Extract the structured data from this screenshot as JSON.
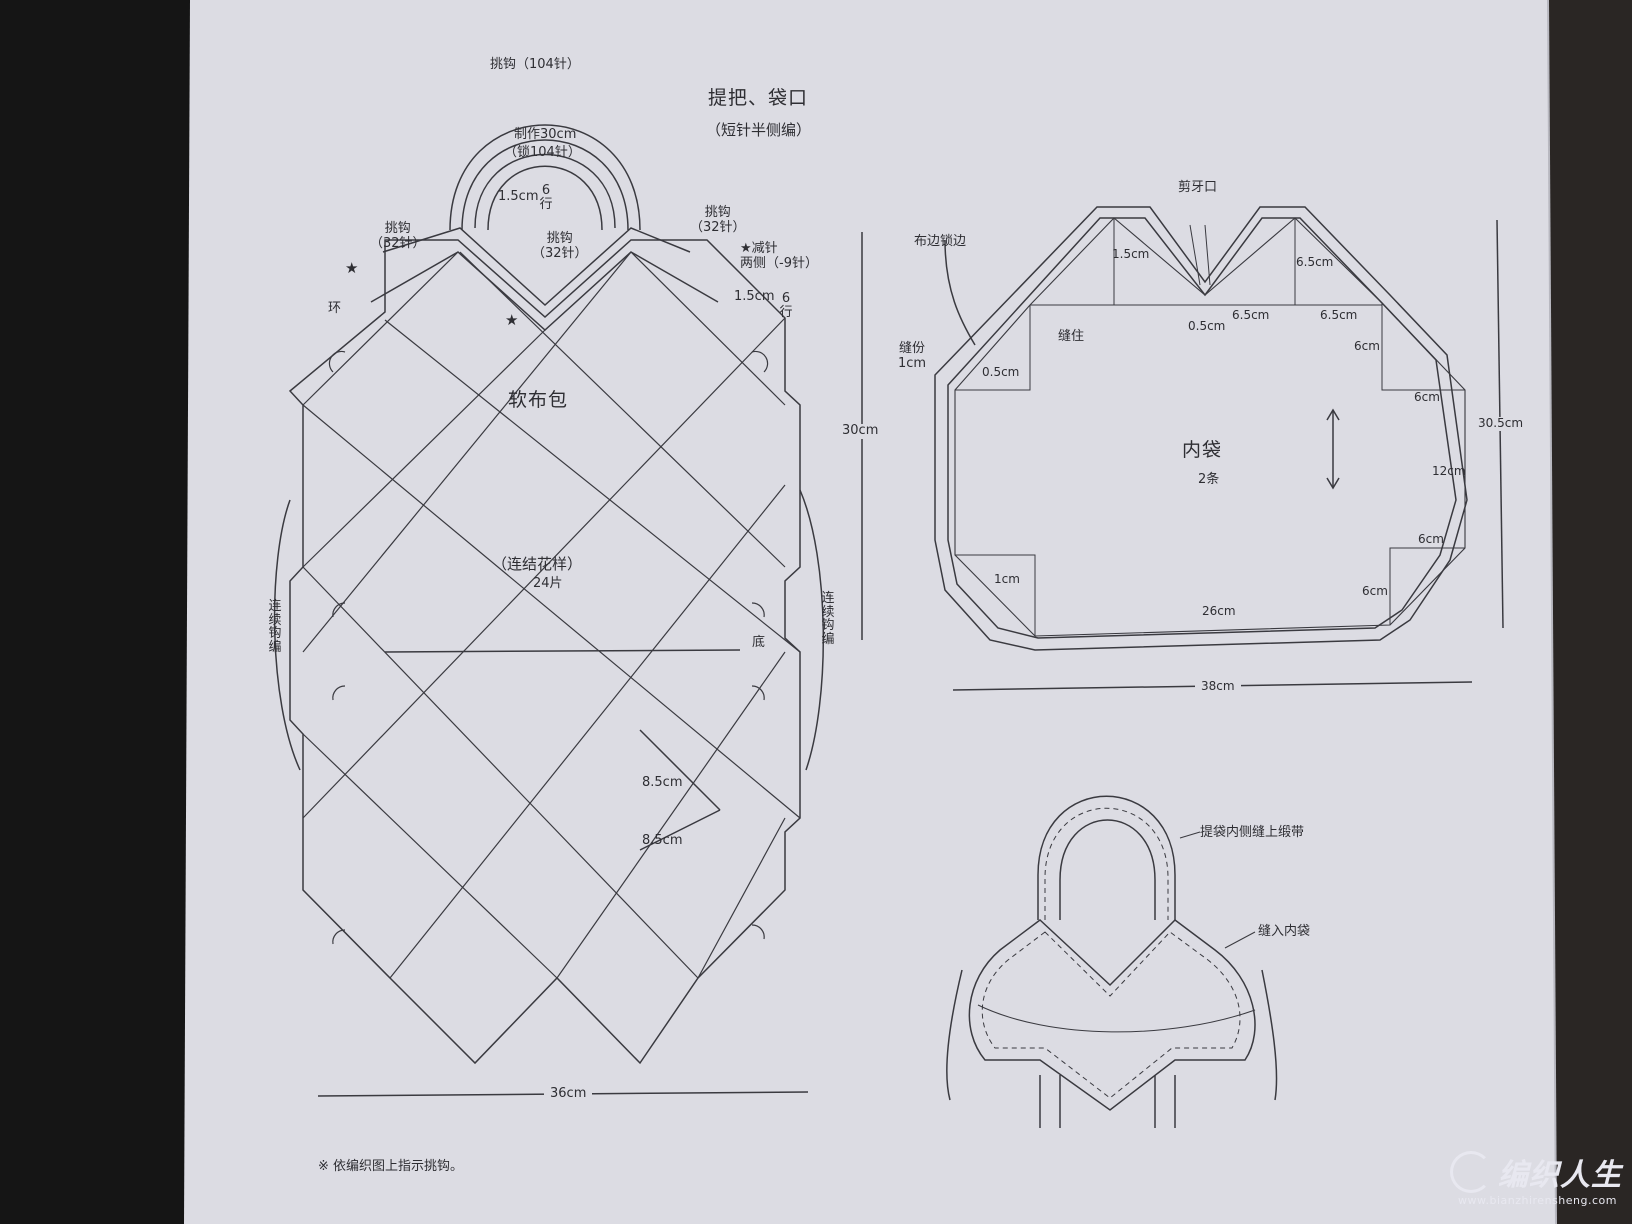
{
  "header": {
    "title": "提把、袋口",
    "subtitle": "（短针半侧编）"
  },
  "bag": {
    "handle_pickup": "挑钩（104针）",
    "handle_make": "制作30cm",
    "handle_make_sub": "（锁104针）",
    "handle_height": "1.5cm",
    "handle_rows": "6行",
    "pickup_left": "挑钩",
    "pickup_left_count": "（32针）",
    "pickup_center": "挑钩",
    "pickup_center_count": "（32针）",
    "pickup_right": "挑钩",
    "pickup_right_count": "（32针）",
    "decrease": "★减针",
    "decrease_sub": "两侧（-9针）",
    "right_height": "1.5cm",
    "right_rows": "6行",
    "star": "★",
    "ring": "环",
    "main_label": "软布包",
    "pattern_label": "（连结花样）",
    "pattern_count": "24片",
    "continuous": "连续钩编",
    "bottom": "底",
    "height": "30cm",
    "motif_size_1": "8.5cm",
    "motif_size_2": "8.5cm",
    "width": "36cm"
  },
  "lining": {
    "title": "内袋",
    "count": "2条",
    "notch": "剪牙口",
    "binding": "布边锁边",
    "sew": "缝住",
    "seam": "缝份",
    "seam_size": "1cm",
    "d_1_5": "1.5cm",
    "d_6_5_a": "6.5cm",
    "d_6_5_b": "6.5cm",
    "d_6_5_c": "6.5cm",
    "d_0_5_a": "0.5cm",
    "d_0_5_b": "0.5cm",
    "d_6_a": "6cm",
    "d_6_b": "6cm",
    "d_12": "12cm",
    "d_6_c": "6cm",
    "d_6_d": "6cm",
    "d_1": "1cm",
    "d_26": "26cm",
    "height": "30.5cm",
    "width": "38cm"
  },
  "assembly": {
    "ribbon": "提袋内侧缝上缎带",
    "sew_in": "缝入内袋"
  },
  "footnote": "※ 依编织图上指示挑钩。",
  "watermark": {
    "logo": "编织人生",
    "url": "www.bianzhirensheng.com"
  },
  "colors": {
    "paper": "#dcdce3",
    "ink": "#3a3a40",
    "background": "#151515"
  }
}
